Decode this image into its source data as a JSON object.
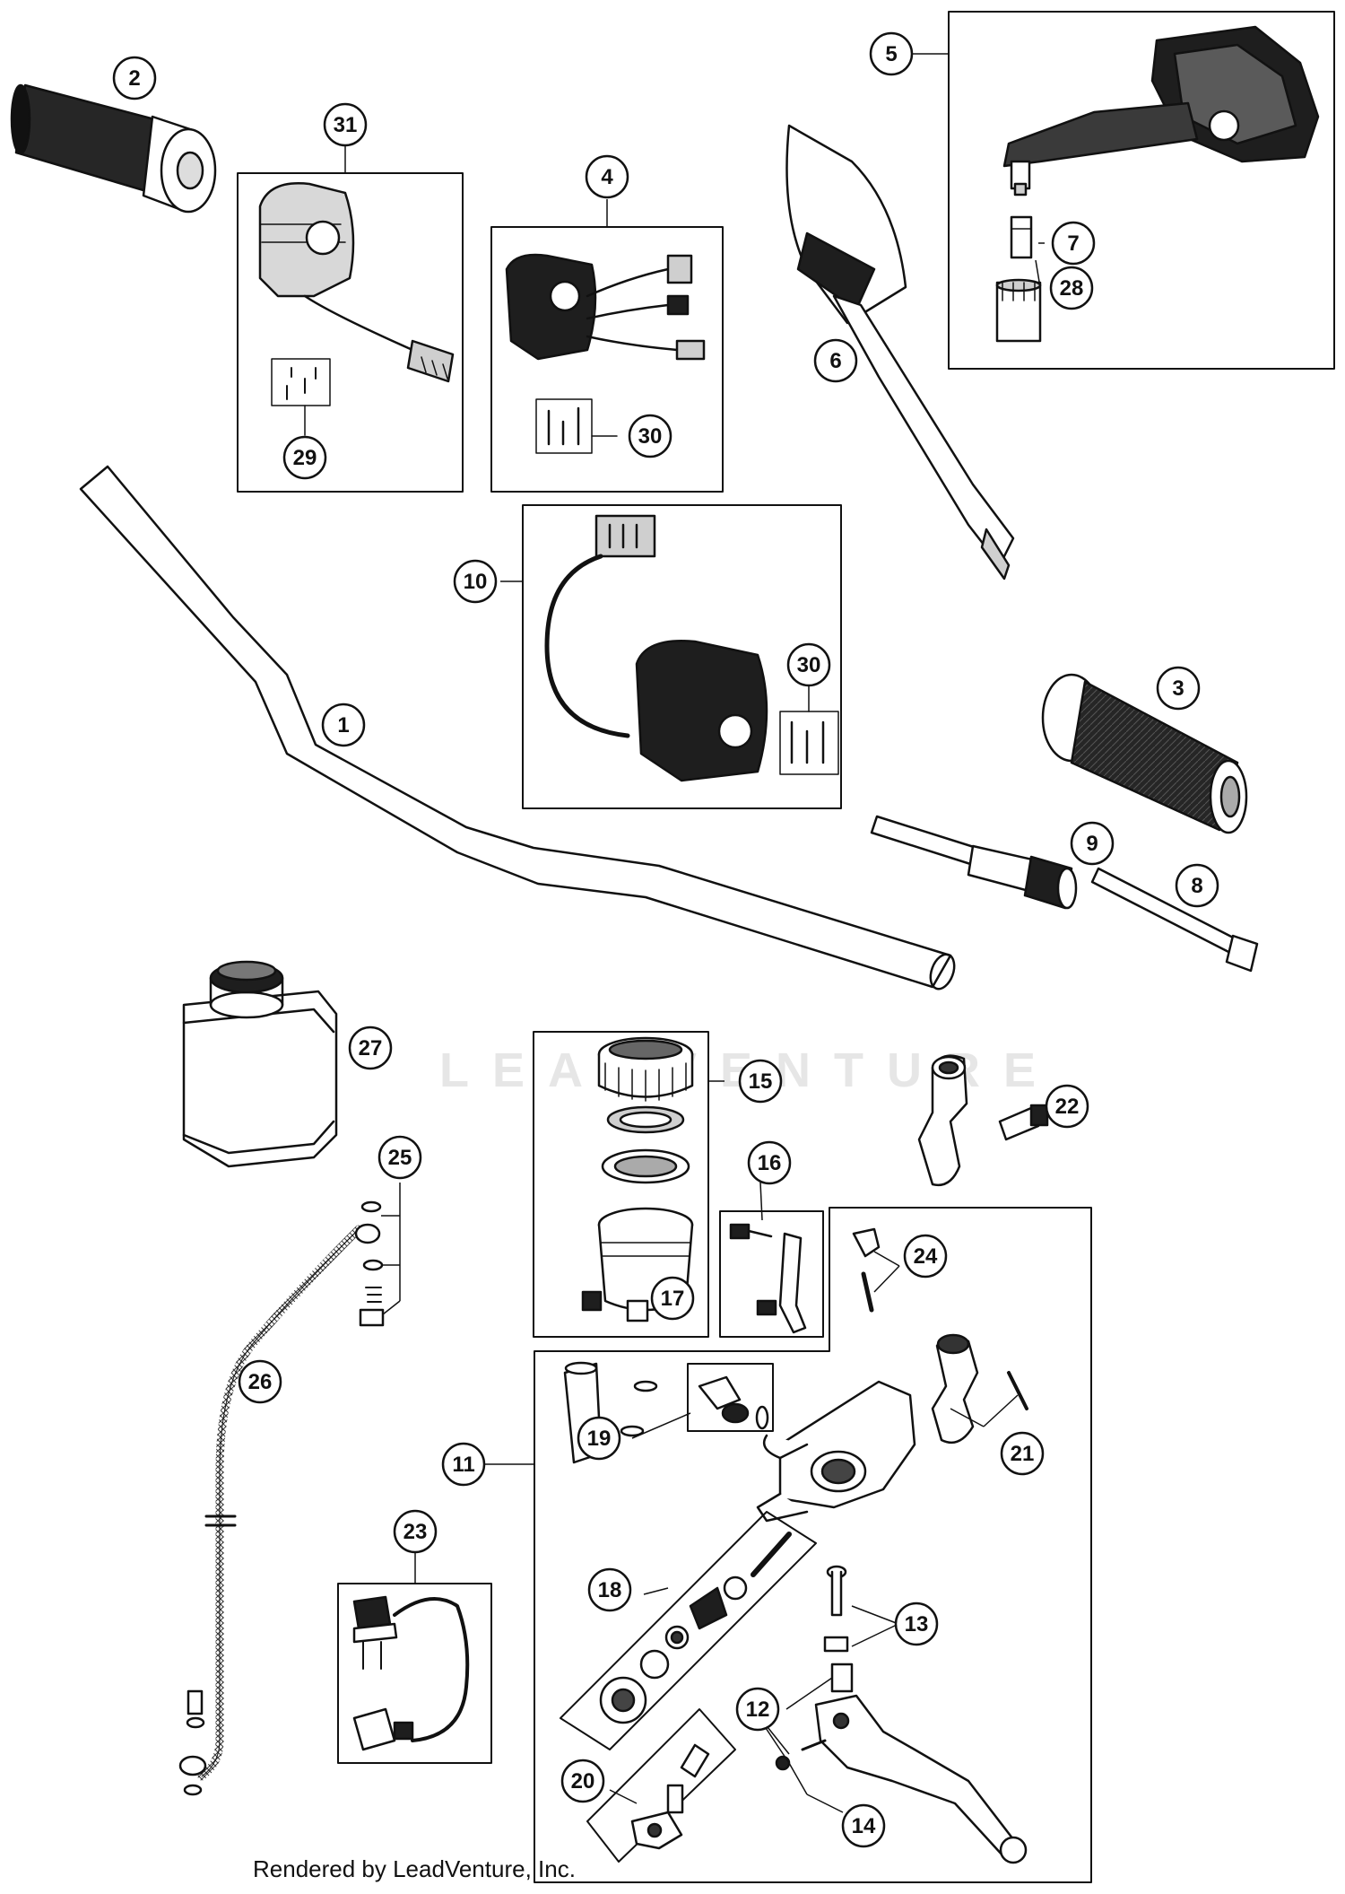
{
  "watermark": "LEADVENTURE",
  "footer": "Rendered by LeadVenture, Inc.",
  "callouts": [
    "1",
    "2",
    "3",
    "4",
    "5",
    "6",
    "7",
    "8",
    "9",
    "10",
    "11",
    "12",
    "13",
    "14",
    "15",
    "16",
    "17",
    "18",
    "19",
    "20",
    "21",
    "22",
    "23",
    "24",
    "25",
    "26",
    "27",
    "28",
    "29",
    "30",
    "30",
    "31"
  ],
  "colors": {
    "line": "#111111",
    "fill_grey": "#cfcfcf",
    "dark": "#1e1e1e"
  }
}
